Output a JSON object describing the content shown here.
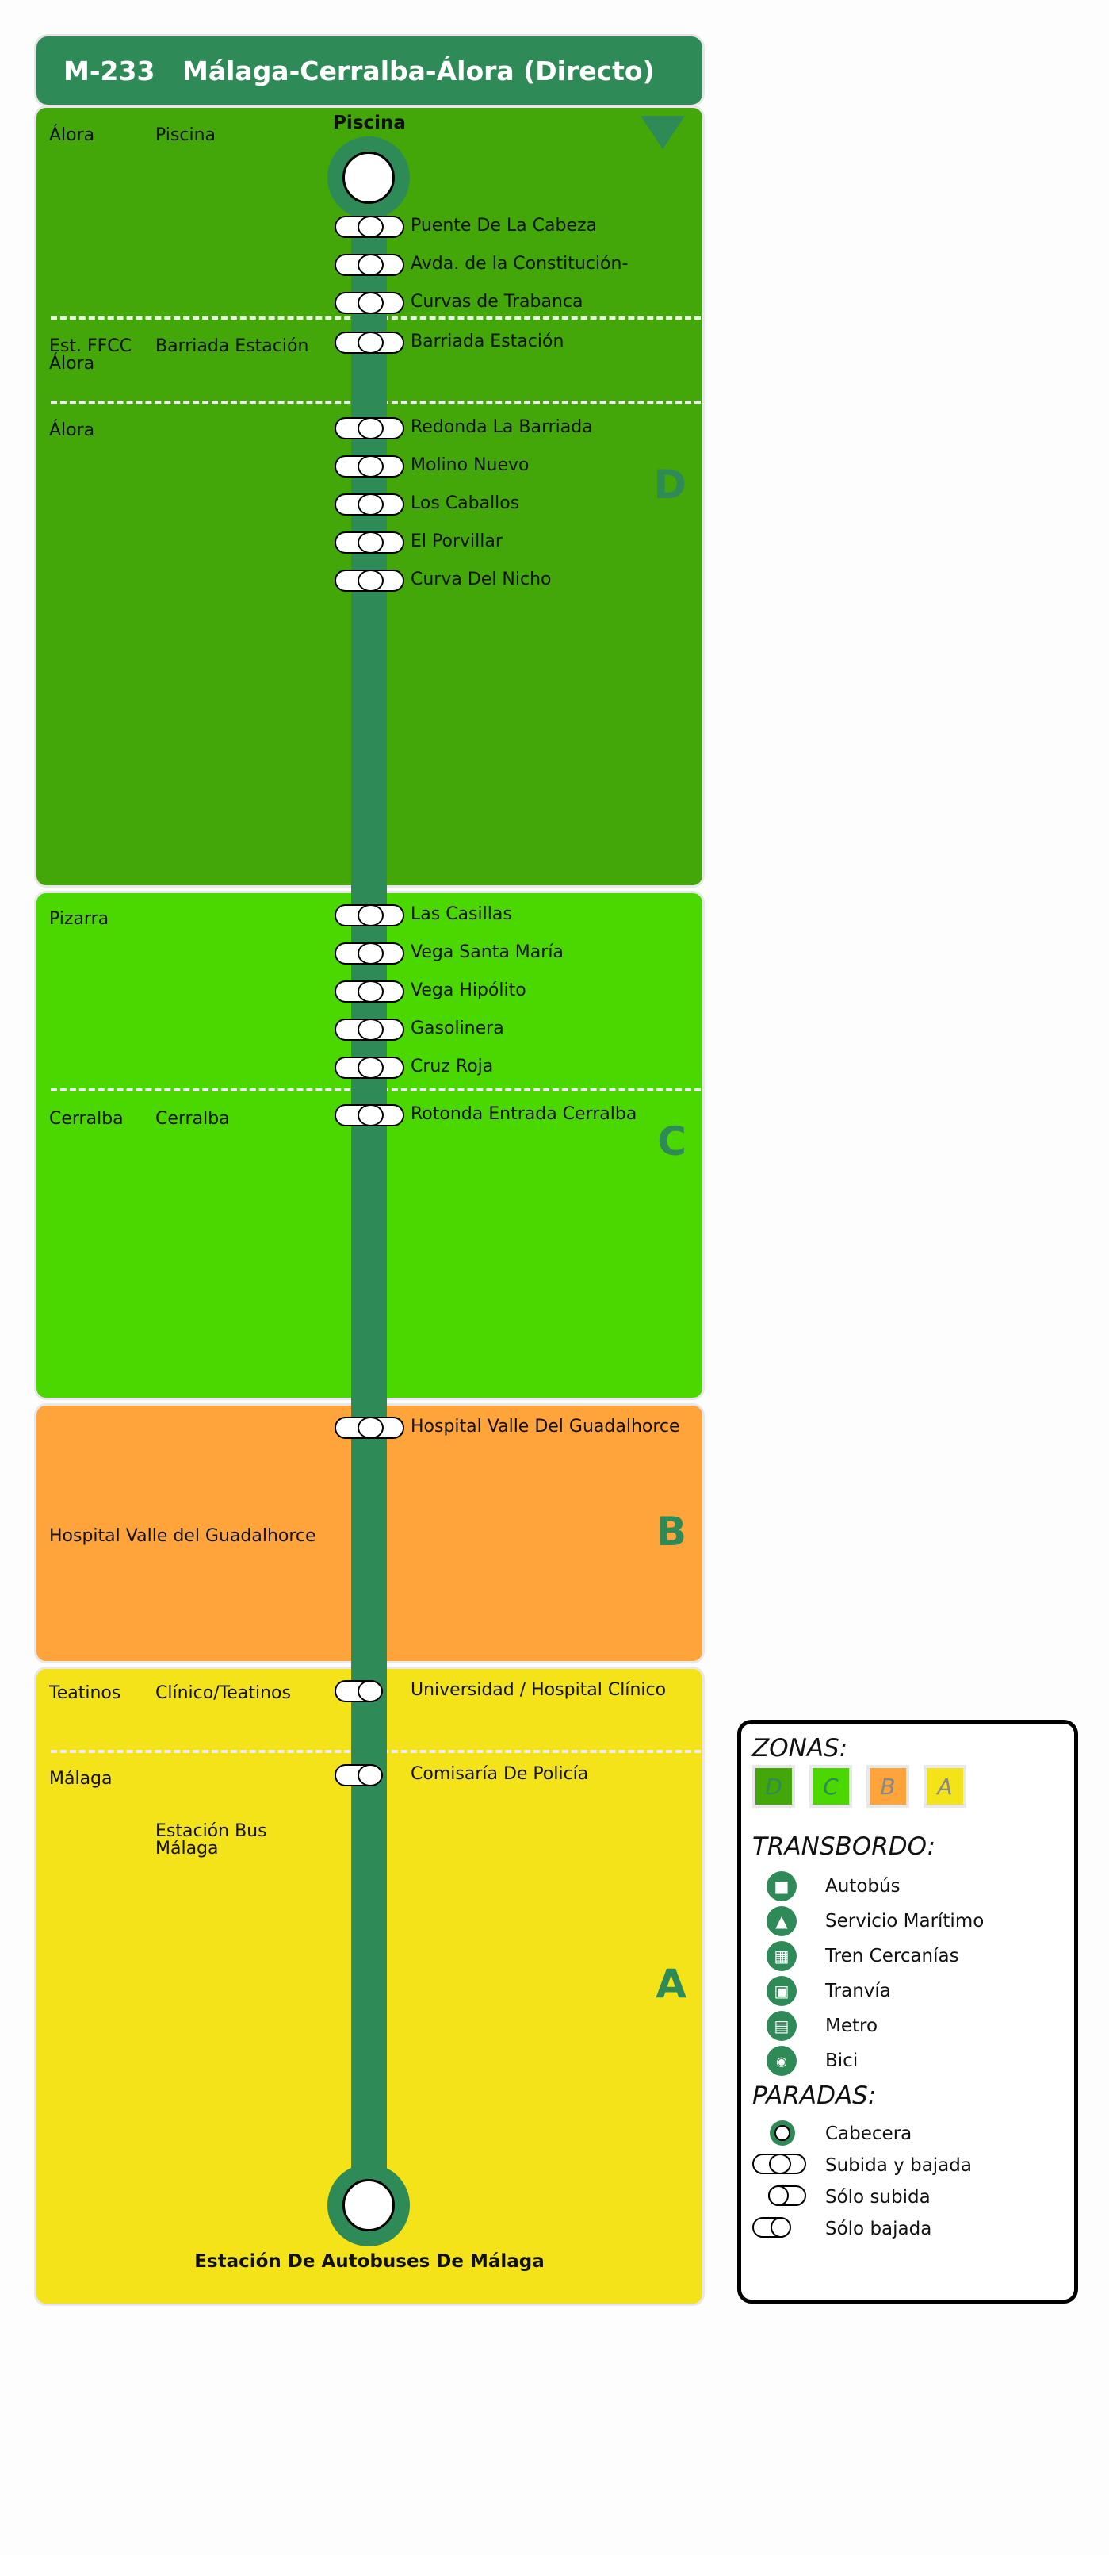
{
  "header": {
    "code": "M-233",
    "title": "Málaga-Cerralba-Álora (Directo)"
  },
  "colors": {
    "line": "#2e8a57",
    "zone_D": "#43a70a",
    "zone_C": "#4ad800",
    "zone_B": "#ffa33b",
    "zone_A": "#f5e31a"
  },
  "zones": [
    {
      "id": "D",
      "letter": "D"
    },
    {
      "id": "C",
      "letter": "C"
    },
    {
      "id": "B",
      "letter": "B"
    },
    {
      "id": "A",
      "letter": "A"
    }
  ],
  "terminus_start": "Piscina",
  "terminus_end": "Estación De Autobuses De Málaga",
  "areas": [
    {
      "municipality": "Álora",
      "locality": "Piscina"
    },
    {
      "municipality": "Est. FFCC\nÁlora",
      "locality": "Barriada Estación"
    },
    {
      "municipality": "Álora",
      "locality": ""
    },
    {
      "municipality": "Pizarra",
      "locality": ""
    },
    {
      "municipality": "Cerralba",
      "locality": "Cerralba"
    },
    {
      "municipality": "Hospital Valle del Guadalhorce",
      "locality": ""
    },
    {
      "municipality": "Teatinos",
      "locality": "Clínico/Teatinos"
    },
    {
      "municipality": "Málaga",
      "locality": ""
    },
    {
      "municipality": "",
      "locality": "Estación Bus\nMálaga"
    }
  ],
  "stops": [
    {
      "name": "Puente De La Cabeza",
      "type": "both"
    },
    {
      "name": "Avda. de la Constitución-",
      "type": "both"
    },
    {
      "name": "Curvas de Trabanca",
      "type": "both"
    },
    {
      "name": "Barriada Estación",
      "type": "both"
    },
    {
      "name": "Redonda La Barriada",
      "type": "both"
    },
    {
      "name": "Molino Nuevo",
      "type": "both"
    },
    {
      "name": "Los Caballos",
      "type": "both"
    },
    {
      "name": "El Porvillar",
      "type": "both"
    },
    {
      "name": "Curva Del Nicho",
      "type": "both"
    },
    {
      "name": "Las Casillas",
      "type": "both"
    },
    {
      "name": "Vega Santa María",
      "type": "both"
    },
    {
      "name": "Vega Hipólito",
      "type": "both"
    },
    {
      "name": "Gasolinera",
      "type": "both"
    },
    {
      "name": "Cruz Roja",
      "type": "both"
    },
    {
      "name": "Rotonda Entrada Cerralba",
      "type": "both"
    },
    {
      "name": "Hospital Valle Del Guadalhorce",
      "type": "both"
    },
    {
      "name": "Universidad / Hospital Clínico",
      "type": "drop-off"
    },
    {
      "name": "Comisaría De Policía",
      "type": "drop-off"
    }
  ],
  "legend": {
    "zones_title": "ZONAS:",
    "zone_swatches": [
      "D",
      "C",
      "B",
      "A"
    ],
    "transfer_title": "TRANSBORDO:",
    "transfers": [
      {
        "label": "Autobús",
        "icon": "bus-icon"
      },
      {
        "label": "Servicio Marítimo",
        "icon": "boat-icon"
      },
      {
        "label": "Tren Cercanías",
        "icon": "train-icon"
      },
      {
        "label": "Tranvía",
        "icon": "tram-icon"
      },
      {
        "label": "Metro",
        "icon": "metro-icon"
      },
      {
        "label": "Bici",
        "icon": "bike-icon"
      }
    ],
    "stops_title": "PARADAS:",
    "stop_types": [
      {
        "label": "Cabecera"
      },
      {
        "label": "Subida y bajada"
      },
      {
        "label": "Sólo subida"
      },
      {
        "label": "Sólo bajada"
      }
    ]
  }
}
